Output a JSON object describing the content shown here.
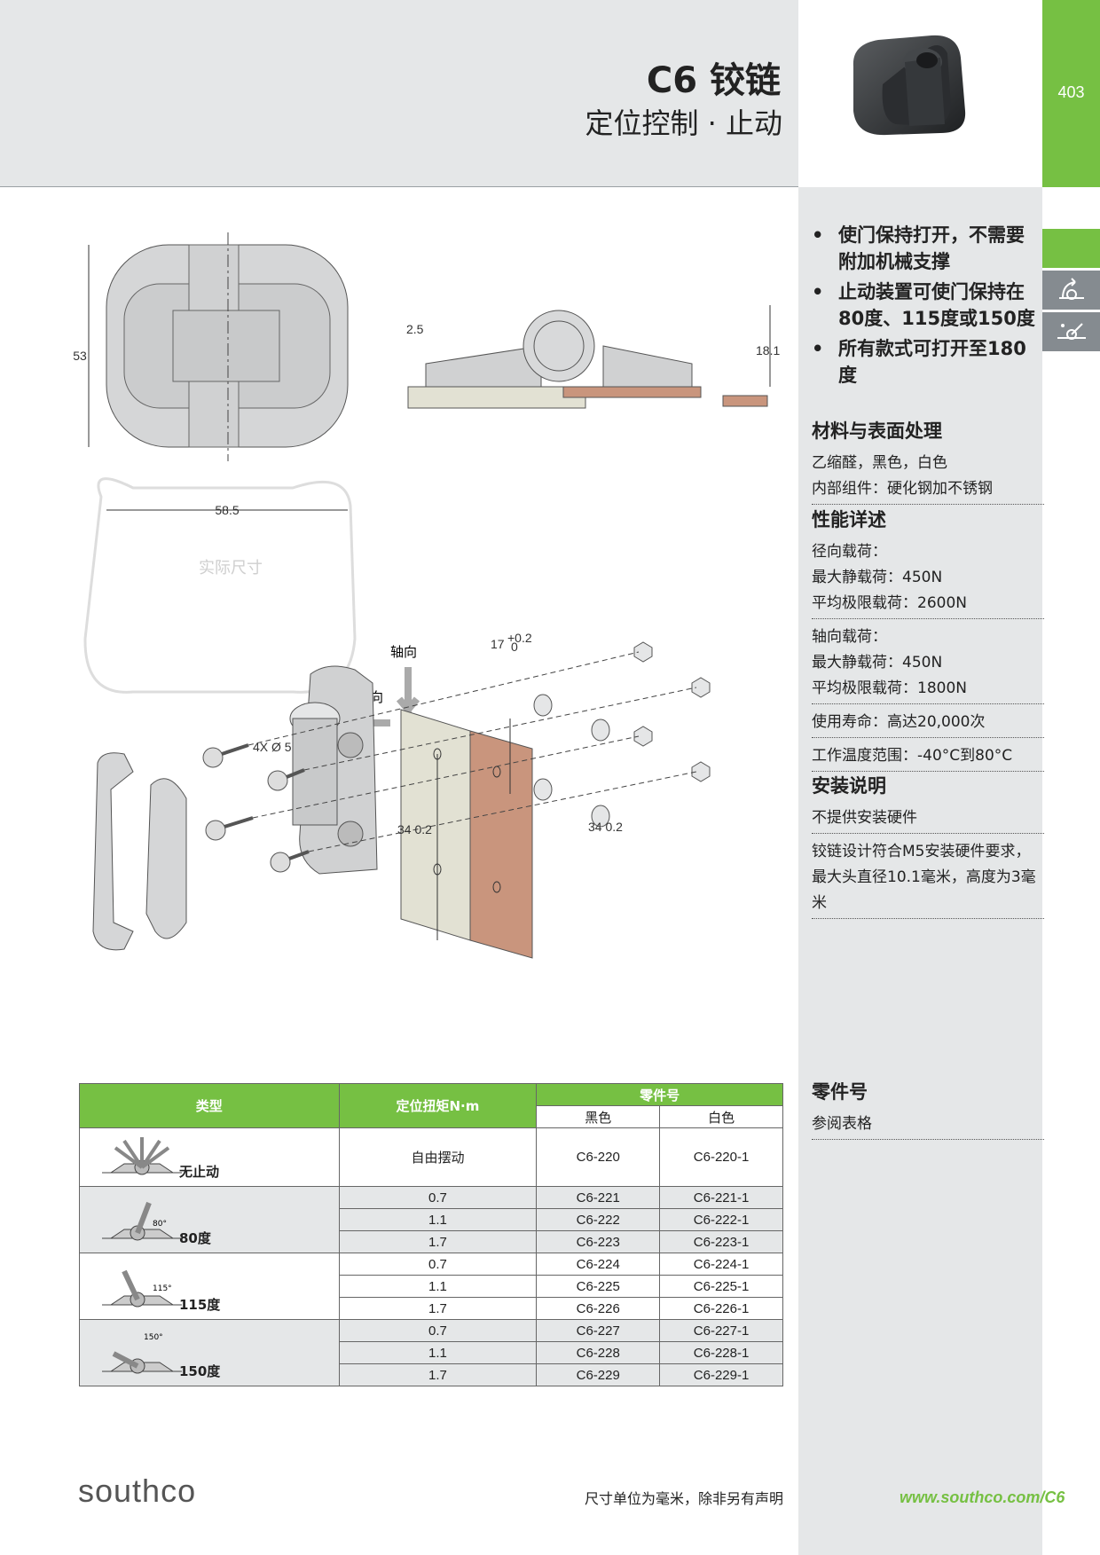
{
  "header": {
    "title": "C6 铰链",
    "subtitle": "定位控制 · 止动",
    "page_number": "403"
  },
  "features": [
    "使门保持打开，不需要附加机械支撑",
    "止动装置可使门保持在80度、115度或150度",
    "所有款式可打开至180度"
  ],
  "materials": {
    "heading": "材料与表面处理",
    "lines": [
      "乙缩醛，黑色，白色",
      "内部组件：硬化钢加不锈钢"
    ]
  },
  "performance": {
    "heading": "性能详述",
    "radial": [
      "径向载荷：",
      "最大静载荷：450N",
      "平均极限载荷：2600N"
    ],
    "axial": [
      "轴向载荷：",
      "最大静载荷：450N",
      "平均极限载荷：1800N"
    ],
    "life": "使用寿命：高达20,000次",
    "temp": "工作温度范围：-40°C到80°C"
  },
  "installation": {
    "heading": "安装说明",
    "line1": "不提供安装硬件",
    "line2": "铰链设计符合M5安装硬件要求，最大头直径10.1毫米，高度为3毫米"
  },
  "partno": {
    "heading": "零件号",
    "line": "参阅表格"
  },
  "drawing": {
    "dim_height": "53",
    "dim_width": "58.5",
    "actual_size": "实际尺寸",
    "dim_25": "2.5",
    "dim_181": "18.1",
    "axial_label": "轴向",
    "radial_label": "径向",
    "dim_17": "17",
    "tol_17_up": "+0.2",
    "tol_17_down": "0",
    "hole_label": "4X Ø 5.5   0.1",
    "dim_34a": "34   0.2",
    "dim_34b": "34   0.2"
  },
  "table": {
    "h_type": "类型",
    "h_torque": "定位扭矩N·m",
    "h_part": "零件号",
    "h_black": "黑色",
    "h_white": "白色",
    "groups": [
      {
        "label": "无止动",
        "angle": "",
        "rows": [
          [
            "自由摆动",
            "C6-220",
            "C6-220-1"
          ]
        ]
      },
      {
        "label": "80度",
        "angle": "80°",
        "rows": [
          [
            "0.7",
            "C6-221",
            "C6-221-1"
          ],
          [
            "1.1",
            "C6-222",
            "C6-222-1"
          ],
          [
            "1.7",
            "C6-223",
            "C6-223-1"
          ]
        ]
      },
      {
        "label": "115度",
        "angle": "115°",
        "rows": [
          [
            "0.7",
            "C6-224",
            "C6-224-1"
          ],
          [
            "1.1",
            "C6-225",
            "C6-225-1"
          ],
          [
            "1.7",
            "C6-226",
            "C6-226-1"
          ]
        ]
      },
      {
        "label": "150度",
        "angle": "150°",
        "rows": [
          [
            "0.7",
            "C6-227",
            "C6-227-1"
          ],
          [
            "1.1",
            "C6-228",
            "C6-228-1"
          ],
          [
            "1.7",
            "C6-229",
            "C6-229-1"
          ]
        ]
      }
    ]
  },
  "footer": {
    "logo": "southco",
    "note": "尺寸单位为毫米，除非另有声明",
    "url": "www.southco.com/C6"
  }
}
